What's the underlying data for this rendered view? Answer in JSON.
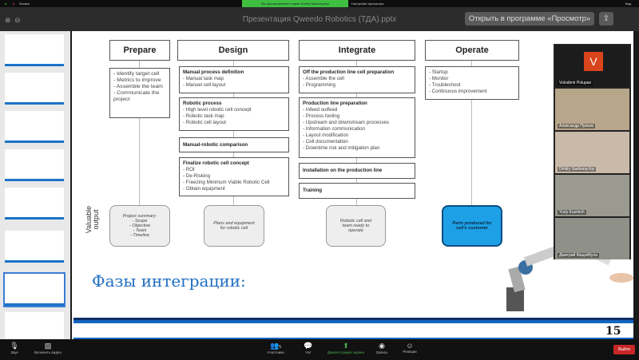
{
  "zoom_bar": {
    "meeting_label": "Запись",
    "share_banner": "Вы просматриваете экран Dmitry Sadovnychyi",
    "view_options": "Настройки просмотра",
    "exit_fullscreen": "Вид"
  },
  "window": {
    "title": "Презентация Qweedo Robotics (ТДА).pptx",
    "open_button": "Открыть в программе «Просмотр»"
  },
  "slide": {
    "phases": [
      {
        "name": "Prepare",
        "boxes": [
          {
            "title": "",
            "items": [
              "- Identify target cell",
              "- Metrics to improve",
              "- Assemble the team",
              "- Communicate the project"
            ]
          }
        ],
        "output": [
          "Project summary:",
          "- Scope",
          "- Objective",
          "- Team",
          "- Timeline"
        ]
      },
      {
        "name": "Design",
        "boxes": [
          {
            "title": "Manual process definition",
            "items": [
              "- Manual task map",
              "- Manuel cell layout"
            ]
          },
          {
            "title": "Robotic process",
            "items": [
              "- High level robotic cell concept",
              "- Robotic task map",
              "- Robotic cell layout"
            ]
          },
          {
            "title": "Manual-robotic comparison",
            "items": []
          },
          {
            "title": "Finalize robotic cell concept",
            "items": [
              "- ROI",
              "- De-Risking",
              "- Freezing Minimum Viable Robotic Cell",
              "- Obtain equipment"
            ]
          }
        ],
        "output": [
          "Plans and equipment for robotic cell"
        ]
      },
      {
        "name": "Integrate",
        "boxes": [
          {
            "title": "Off the production line cell preparation",
            "items": [
              "- Assemble the cell",
              "- Programming"
            ]
          },
          {
            "title": "Production line preparation",
            "items": [
              "- Infeed outfeed",
              "- Process tooling",
              "- Upstream and downstream processes",
              "- Information communication",
              "- Layout modification",
              "- Cell documentation",
              "- Downtime risk and mitigation plan"
            ]
          },
          {
            "title": "Installation on the production line",
            "items": []
          },
          {
            "title": "Training",
            "items": []
          }
        ],
        "output": [
          "Robotic cell and team ready to operate"
        ]
      },
      {
        "name": "Operate",
        "boxes": [
          {
            "title": "",
            "items": [
              "- Startup",
              "- Monitor",
              "- Troubleshoot",
              "- Continuous improvement"
            ]
          }
        ],
        "output": [
          "Parts produced for cell's customer"
        ]
      }
    ],
    "valuable_output": "Valuable output",
    "title": "Фазы интеграции:",
    "page_number": "15",
    "accent": "#1ea0e6"
  },
  "participants": [
    {
      "name": "Volodimir Polupan",
      "initial": "V"
    },
    {
      "name": "Александр Пупков"
    },
    {
      "name": "Dmitry Sadovnychyi"
    },
    {
      "name": "Yuriy Kuzmich"
    },
    {
      "name": "Дмитрий Мацейбула"
    }
  ],
  "toolbar": {
    "audio": "Звук",
    "video": "Включить видео",
    "participants": "Участники",
    "participants_count": "5",
    "chat": "Чат",
    "share": "Демонстрация экрана",
    "record": "Запись",
    "reactions": "Реакции",
    "leave": "Выйти"
  }
}
